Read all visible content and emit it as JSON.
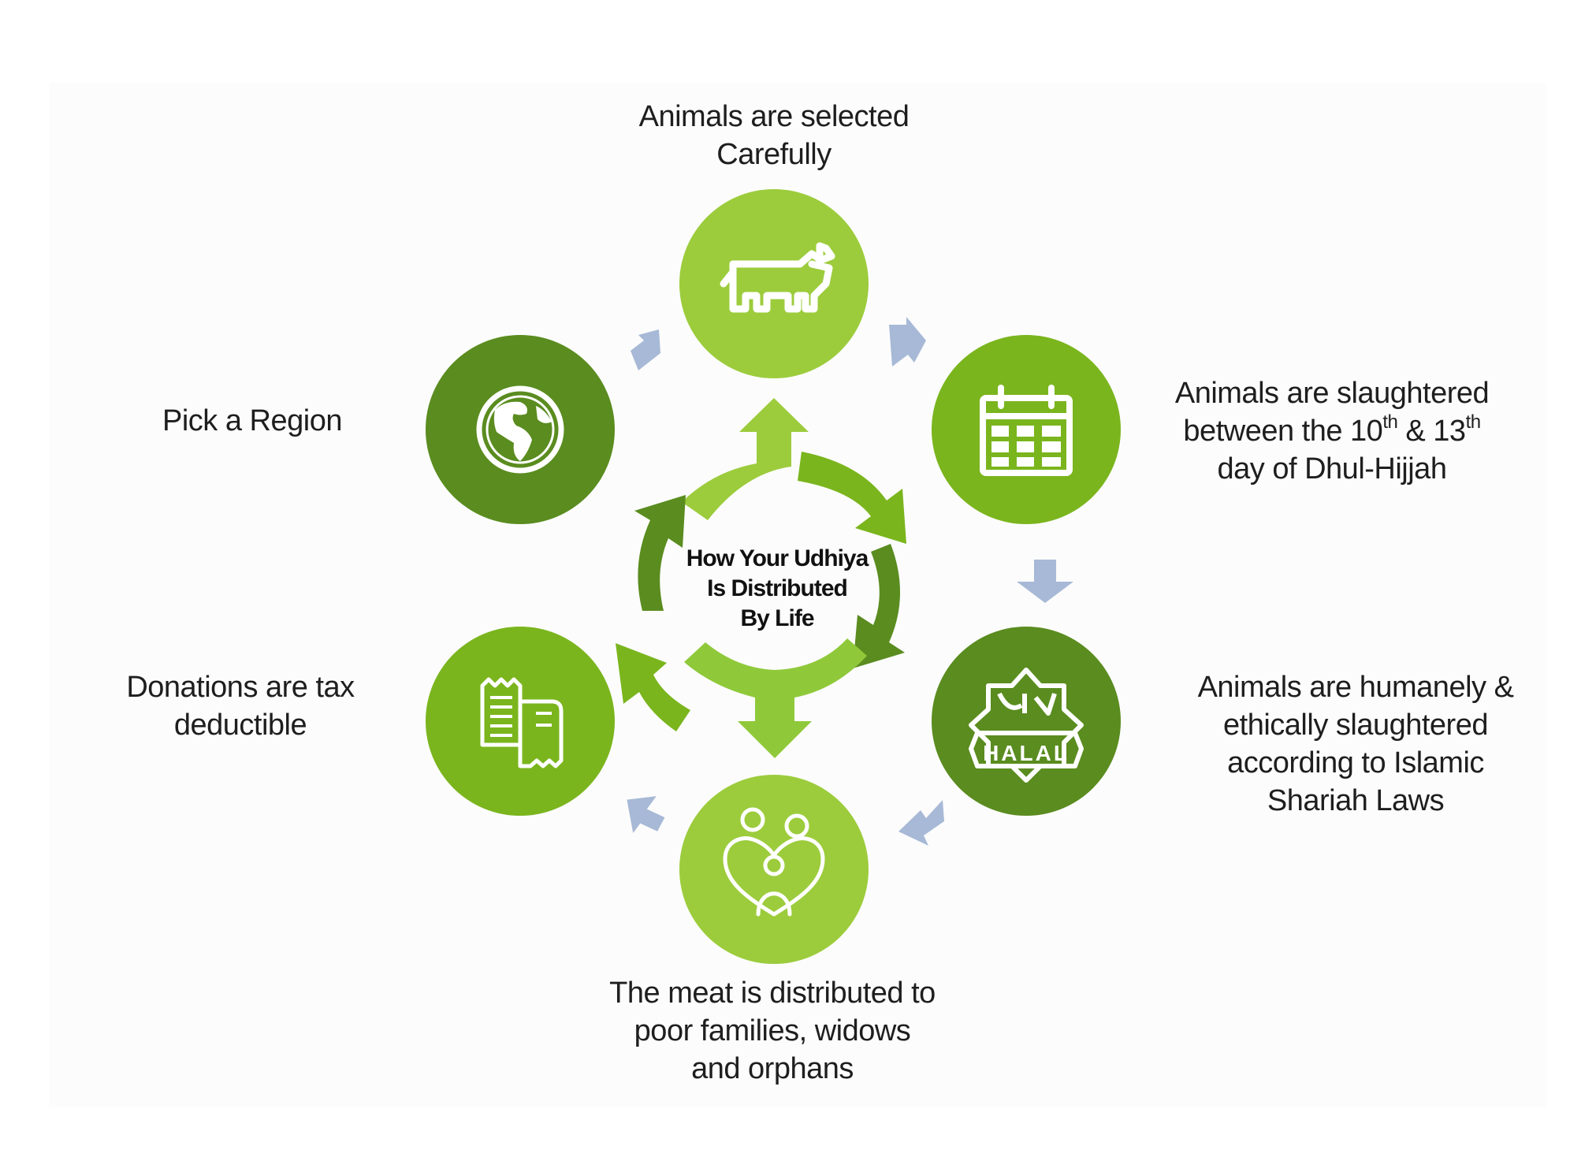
{
  "center": {
    "line1": "How Your Udhiya",
    "line2": "Is Distributed",
    "line3": "By Life"
  },
  "steps": {
    "select": {
      "line1": "Animals are selected",
      "line2": "Carefully",
      "icon": "cow-icon"
    },
    "slaughter_days": {
      "line1_pre": "Animals are slaughtered",
      "line2_a": "between the 10",
      "line2_sup1": "th",
      "line2_b": "& 13",
      "line2_sup2": "th",
      "line3": "day of Dhul-Hijjah",
      "icon": "calendar-icon"
    },
    "humane": {
      "line1": "Animals are humanely &",
      "line2": "ethically slaughtered",
      "line3": "according to Islamic",
      "line4": "Shariah Laws",
      "icon": "halal-icon",
      "halal_text": "HALAL"
    },
    "distribute": {
      "line1": "The meat is distributed to",
      "line2": "poor families, widows",
      "line3": "and orphans",
      "icon": "family-heart-icon"
    },
    "tax": {
      "line1": "Donations are tax",
      "line2": "deductible",
      "icon": "receipt-icon"
    },
    "region": {
      "line1": "Pick a Region",
      "icon": "globe-icon"
    }
  },
  "colors": {
    "light_green": "#8fc93a",
    "mid_green": "#7ab51d",
    "dark_green": "#5a8c1f",
    "arrow_blue": "#a7b9d6"
  }
}
